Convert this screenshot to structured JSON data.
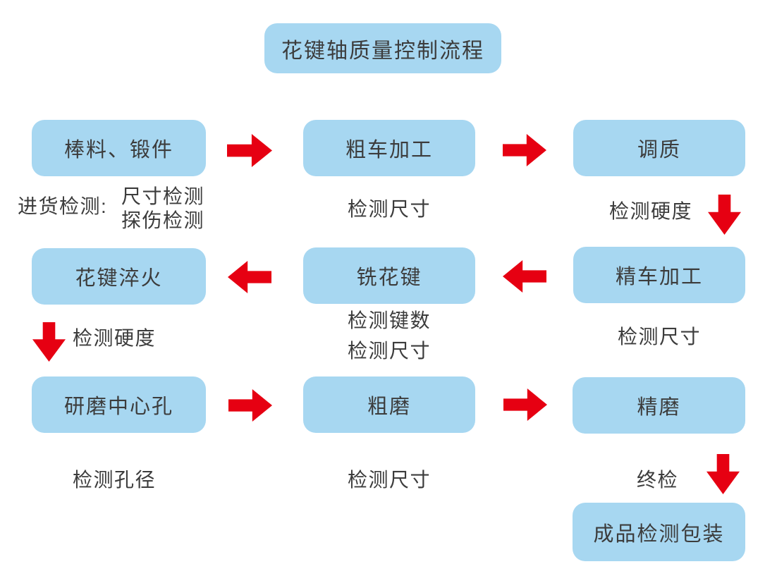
{
  "title": "花键轴质量控制流程",
  "colors": {
    "box_fill": "#A7D7F1",
    "arrow": "#E60012",
    "text": "#3C3C3C",
    "bg": "#FFFFFF"
  },
  "boxes": {
    "raw_material": "棒料、锻件",
    "rough_turning": "粗车加工",
    "quench_temper": "调质",
    "spline_quenching": "花键淬火",
    "spline_milling": "铣花键",
    "finish_turning": "精车加工",
    "grind_center_hole": "研磨中心孔",
    "rough_grinding": "粗磨",
    "finish_grinding": "精磨",
    "final_packaging": "成品检测包装"
  },
  "inspections": {
    "incoming_label": "进货检测:",
    "incoming_line1": "尺寸检测",
    "incoming_line2": "探伤检测",
    "after_rough_turning": "检测尺寸",
    "after_quench_temper": "检测硬度",
    "after_spline_quenching": "检测硬度",
    "after_spline_milling_line1": "检测键数",
    "after_spline_milling_line2": "检测尺寸",
    "after_finish_turning": "检测尺寸",
    "after_grind_center_hole": "检测孔径",
    "after_rough_grinding": "检测尺寸",
    "final_inspection": "终检"
  },
  "flow_arrows": [
    {
      "from": "棒料、锻件",
      "to": "粗车加工",
      "direction": "right"
    },
    {
      "from": "粗车加工",
      "to": "调质",
      "direction": "right"
    },
    {
      "from": "调质",
      "to": "精车加工",
      "direction": "down"
    },
    {
      "from": "精车加工",
      "to": "铣花键",
      "direction": "left"
    },
    {
      "from": "铣花键",
      "to": "花键淬火",
      "direction": "left"
    },
    {
      "from": "花键淬火",
      "to": "研磨中心孔",
      "direction": "down"
    },
    {
      "from": "研磨中心孔",
      "to": "粗磨",
      "direction": "right"
    },
    {
      "from": "粗磨",
      "to": "精磨",
      "direction": "right"
    },
    {
      "from": "精磨",
      "to": "成品检测包装",
      "direction": "down"
    }
  ]
}
